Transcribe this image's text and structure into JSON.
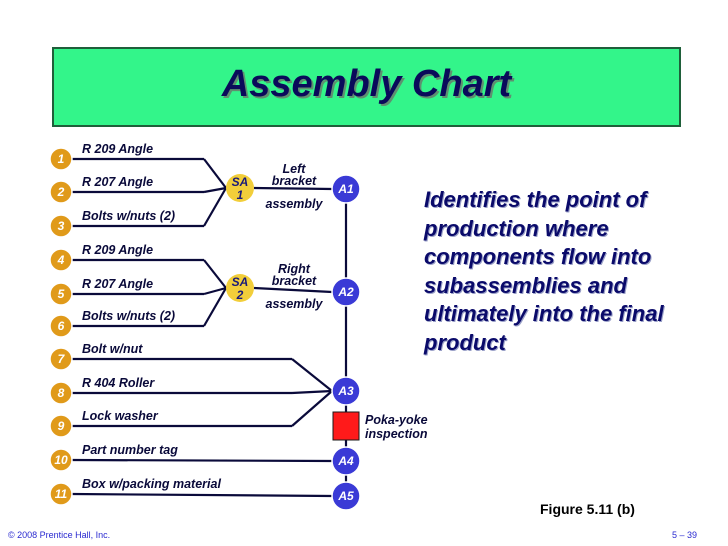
{
  "title": "Assembly Chart",
  "components": [
    {
      "number": "1",
      "label": "R 209 Angle"
    },
    {
      "number": "2",
      "label": "R 207 Angle"
    },
    {
      "number": "3",
      "label": "Bolts w/nuts (2)"
    },
    {
      "number": "4",
      "label": "R 209 Angle"
    },
    {
      "number": "5",
      "label": "R 207 Angle"
    },
    {
      "number": "6",
      "label": "Bolts w/nuts (2)"
    },
    {
      "number": "7",
      "label": "Bolt w/nut"
    },
    {
      "number": "8",
      "label": "R 404 Roller"
    },
    {
      "number": "9",
      "label": "Lock washer"
    },
    {
      "number": "10",
      "label": "Part number tag"
    },
    {
      "number": "11",
      "label": "Box w/packing material"
    }
  ],
  "subassemblies": [
    {
      "line1": "SA",
      "line2": "1",
      "desc_top1": "Left",
      "desc_top2": "bracket",
      "desc_bottom": "assembly"
    },
    {
      "line1": "SA",
      "line2": "2",
      "desc_top1": "Right",
      "desc_top2": "bracket",
      "desc_bottom": "assembly"
    }
  ],
  "assemblies": [
    "A1",
    "A2",
    "A3",
    "A4",
    "A5"
  ],
  "inspection": {
    "line1": "Poka-yoke",
    "line2": "inspection"
  },
  "description": "Identifies the point of production where components flow into subassemblies and ultimately into the final product",
  "figure_label": "Figure 5.11 (b)",
  "footer": {
    "copyright": "© 2008 Prentice Hall, Inc.",
    "page": "5 – 39"
  },
  "colors": {
    "title_bg": "#33f58a",
    "component_circle": "#e09a1a",
    "assembly_circle": "#3a3ad6",
    "subassembly_circle": "#f2ce3a",
    "inspection_box": "#ff1a1a",
    "line": "#0a0a3a"
  }
}
